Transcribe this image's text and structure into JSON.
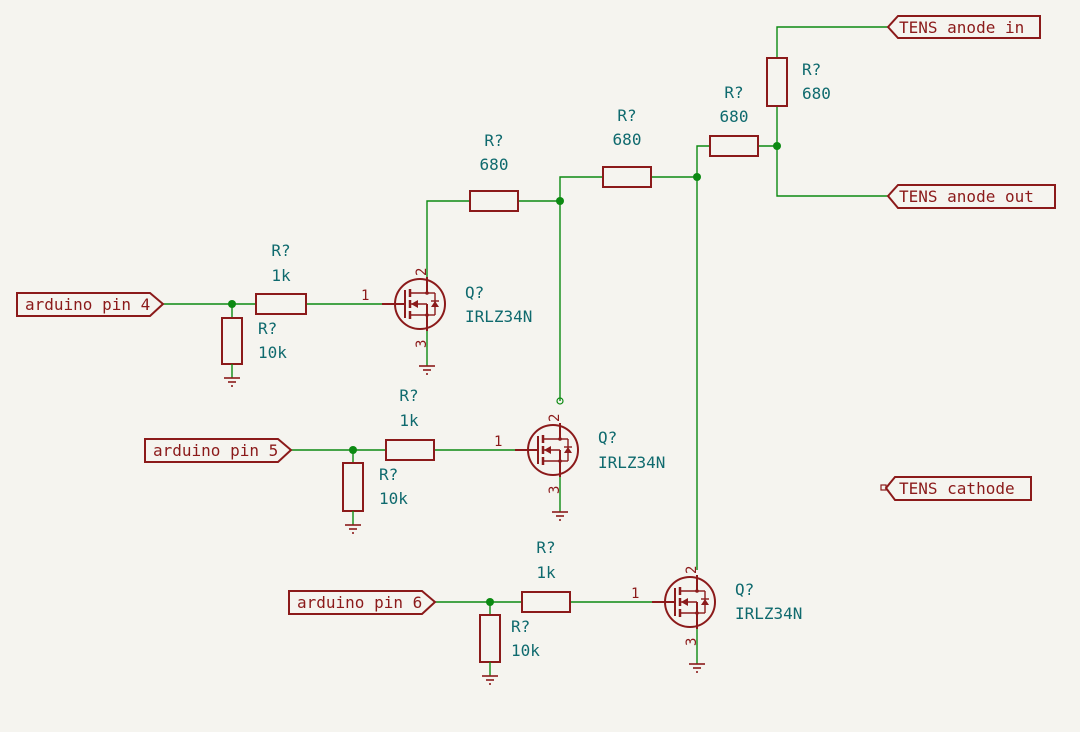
{
  "ports": {
    "pin4": "arduino pin 4",
    "pin5": "arduino pin 5",
    "pin6": "arduino pin 6",
    "anode_in": "TENS anode in",
    "anode_out": "TENS anode out",
    "cathode": "TENS cathode"
  },
  "resistors": {
    "r_gate1": {
      "ref": "R?",
      "value": "1k"
    },
    "r_pull1": {
      "ref": "R?",
      "value": "10k"
    },
    "r_gate2": {
      "ref": "R?",
      "value": "1k"
    },
    "r_pull2": {
      "ref": "R?",
      "value": "10k"
    },
    "r_gate3": {
      "ref": "R?",
      "value": "1k"
    },
    "r_pull3": {
      "ref": "R?",
      "value": "10k"
    },
    "r_ladder1": {
      "ref": "R?",
      "value": "680"
    },
    "r_ladder2": {
      "ref": "R?",
      "value": "680"
    },
    "r_ladder3": {
      "ref": "R?",
      "value": "680"
    },
    "r_top": {
      "ref": "R?",
      "value": "680"
    }
  },
  "transistors": {
    "q1": {
      "ref": "Q?",
      "value": "IRLZ34N"
    },
    "q2": {
      "ref": "Q?",
      "value": "IRLZ34N"
    },
    "q3": {
      "ref": "Q?",
      "value": "IRLZ34N"
    }
  },
  "pins": {
    "gate": "1",
    "drain": "2",
    "source": "3"
  }
}
